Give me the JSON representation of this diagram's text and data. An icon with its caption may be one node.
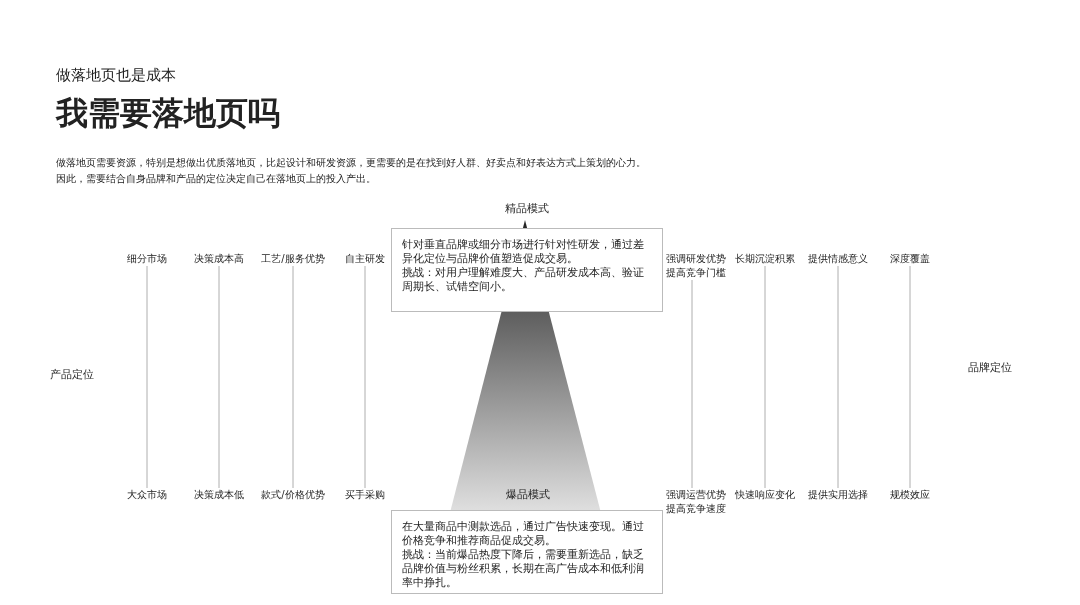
{
  "diagram": {
    "title": "我需要落地页吗",
    "nodes": [
      {
        "text": [
          "针对垂直品牌或细分市场进行针对性研发，通过差异化定位与品牌价值塑造促成交易。",
          "挑战：对用户理解难度大、产品研发成本高、验证周期长、试错空间小。"
        ]
      },
      {
        "text": [
          "在大量商品中测款选品，通过广告快速变现。通过价格竞争和推荐商品促成交易。",
          "挑战：当前爆品热度下降后，需要重新选品，缺乏品牌价值与粉丝积累，长期在高广告成本和低利润率中挣扎。"
        ]
      },
      {
        "text": [
          "细分市场"
        ]
      },
      {
        "text": [
          "决策成本高"
        ]
      },
      {
        "text": [
          "工艺/服务优势"
        ]
      },
      {
        "text": [
          "自主研发"
        ]
      },
      {
        "text": [
          "强调研发优势提高竞争门槛"
        ]
      },
      {
        "text": [
          "长期沉淀积累"
        ]
      },
      {
        "text": [
          "提供情感意义"
        ]
      },
      {
        "text": [
          "深度覆盖"
        ]
      },
      {
        "text": [
          "大众市场"
        ]
      },
      {
        "text": [
          "决策成本低"
        ]
      },
      {
        "text": [
          "款式/价格优势"
        ]
      },
      {
        "text": [
          "买手采购"
        ]
      },
      {
        "text": [
          "强调运营优势提高竞争速度"
        ]
      },
      {
        "text": [
          "快速响应变化"
        ]
      },
      {
        "text": [
          "提供实用选择"
        ]
      },
      {
        "text": [
          "规模效应"
        ]
      }
    ],
    "edges": [
      {
        "from": 2,
        "to": 10,
        "arrow": "none"
      },
      {
        "from": 3,
        "to": 11,
        "arrow": "none"
      },
      {
        "from": 4,
        "to": 12,
        "arrow": "none"
      },
      {
        "from": 5,
        "to": 13,
        "arrow": "none"
      },
      {
        "from": 6,
        "to": 14,
        "arrow": "none"
      },
      {
        "from": 7,
        "to": 15,
        "arrow": "none"
      },
      {
        "from": 8,
        "to": 16,
        "arrow": "none"
      },
      {
        "from": 9,
        "to": 17,
        "arrow": "none"
      }
    ],
    "labels": [
      "做落地页也是成本",
      "做落地页需要资源，特别是想做出优质落地页，比起设计和研发资源，更需要的是在找到好人群、好卖点和好表达方式上策划的心力。",
      "因此，需要结合自身品牌和产品的定位决定自己在落地页上的投入产出。",
      "精品模式",
      "产品定位",
      "品牌定位",
      "爆品模式"
    ]
  }
}
